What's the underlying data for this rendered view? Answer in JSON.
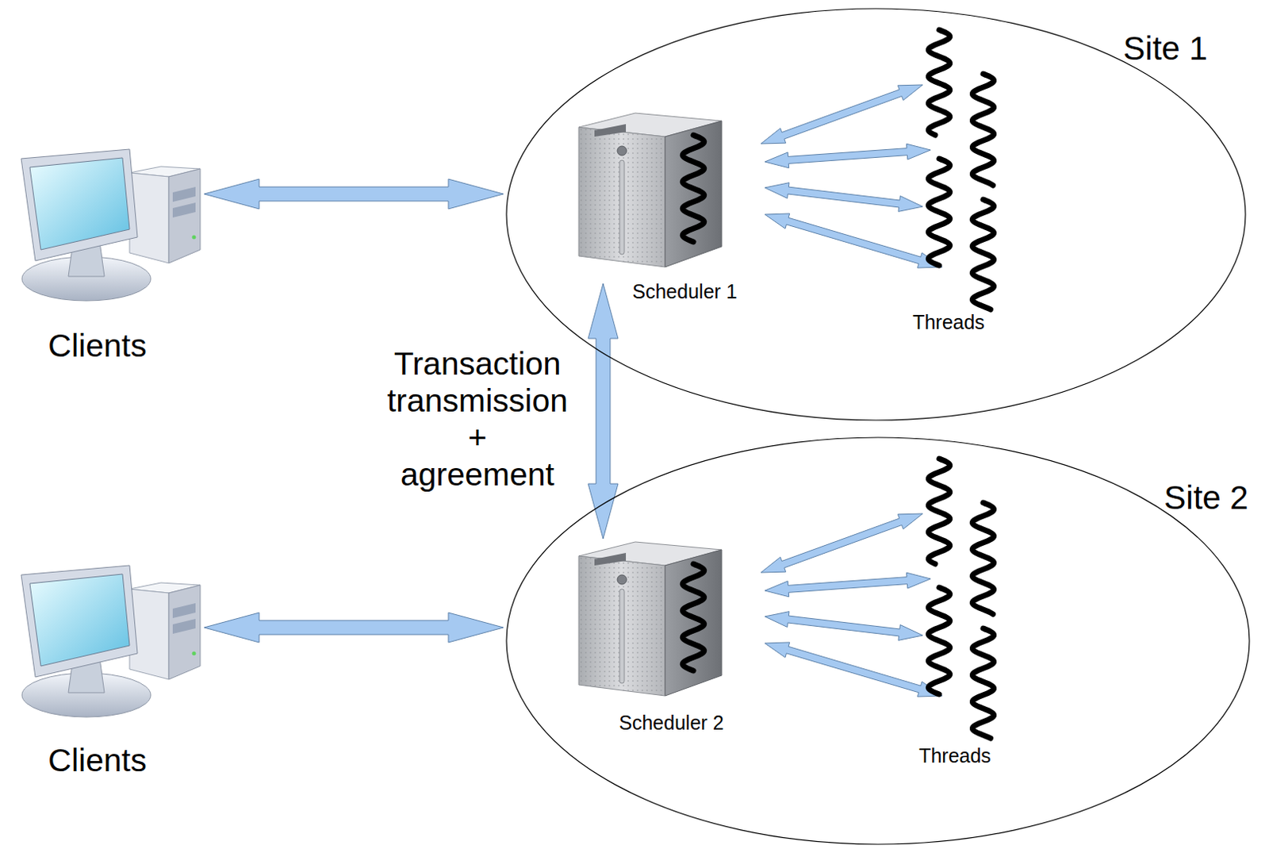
{
  "diagram": {
    "nodes": [
      {
        "text": [
          "Clients"
        ]
      },
      {
        "text": [
          "Site 1"
        ]
      },
      {
        "text": [
          "Scheduler 1"
        ],
        "in": 1
      },
      {
        "text": [
          "Threads"
        ],
        "in": 1
      },
      {
        "text": [
          "Clients"
        ]
      },
      {
        "text": [
          "Site 2"
        ]
      },
      {
        "text": [
          "Scheduler 2"
        ],
        "in": 5
      },
      {
        "text": [
          "Threads"
        ],
        "in": 5
      }
    ],
    "edges": [
      {
        "from": 0,
        "to": 1,
        "arrow": "both"
      },
      {
        "from": 2,
        "to": 3,
        "arrow": "both"
      },
      {
        "from": 2,
        "to": 3,
        "arrow": "both"
      },
      {
        "from": 2,
        "to": 3,
        "arrow": "both"
      },
      {
        "from": 2,
        "to": 3,
        "arrow": "both"
      },
      {
        "from": 2,
        "to": 6,
        "label": "Transaction transmission + agreement",
        "arrow": "both"
      },
      {
        "from": 4,
        "to": 5,
        "arrow": "both"
      },
      {
        "from": 6,
        "to": 7,
        "arrow": "both"
      },
      {
        "from": 6,
        "to": 7,
        "arrow": "both"
      },
      {
        "from": 6,
        "to": 7,
        "arrow": "both"
      },
      {
        "from": 6,
        "to": 7,
        "arrow": "both"
      }
    ]
  }
}
